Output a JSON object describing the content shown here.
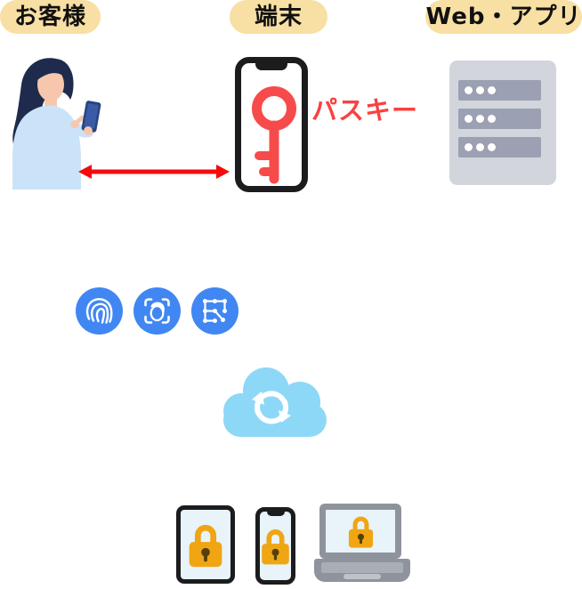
{
  "diagram": {
    "labels": {
      "customer": "お客様",
      "device": "端末",
      "web_app": "Web・アプリ",
      "passkey": "パスキー"
    },
    "icons": {
      "left_actor": "woman-with-smartphone-illustration",
      "link": "red-double-headed-arrow",
      "device_phone": "smartphone-with-key-icon",
      "server": "server-rack-icon",
      "auth_methods": [
        "fingerprint-icon",
        "face-id-icon",
        "pattern-lock-icon"
      ],
      "sync": "cloud-sync-icon",
      "synced_devices": [
        "tablet-lock-icon",
        "smartphone-lock-icon",
        "laptop-lock-icon"
      ]
    },
    "colors": {
      "label_pill_bg": "#F8DFA3",
      "label_text": "#111111",
      "passkey_text": "#F94141",
      "arrow_red": "#F40B0B",
      "key_red": "#F74B4B",
      "auth_blue": "#4187F3",
      "cloud_blue": "#8DD8F7",
      "lock_orange": "#F0A512",
      "lock_keyhole": "#54400A",
      "server_body": "#D3D5DD",
      "server_bar": "#9BA0B2",
      "device_screen": "#E8F3FA",
      "device_frame": "#1C1C1E",
      "laptop_gray": "#8F939C",
      "laptop_deck": "#A9ADB6",
      "laptop_trackpad": "#BFC2C8",
      "hair": "#1F2B4D",
      "skin": "#F6C7AC",
      "shirt": "#CBE3F8",
      "phone_navy": "#27457F",
      "phone_navy_light": "#3A5CA8"
    }
  }
}
